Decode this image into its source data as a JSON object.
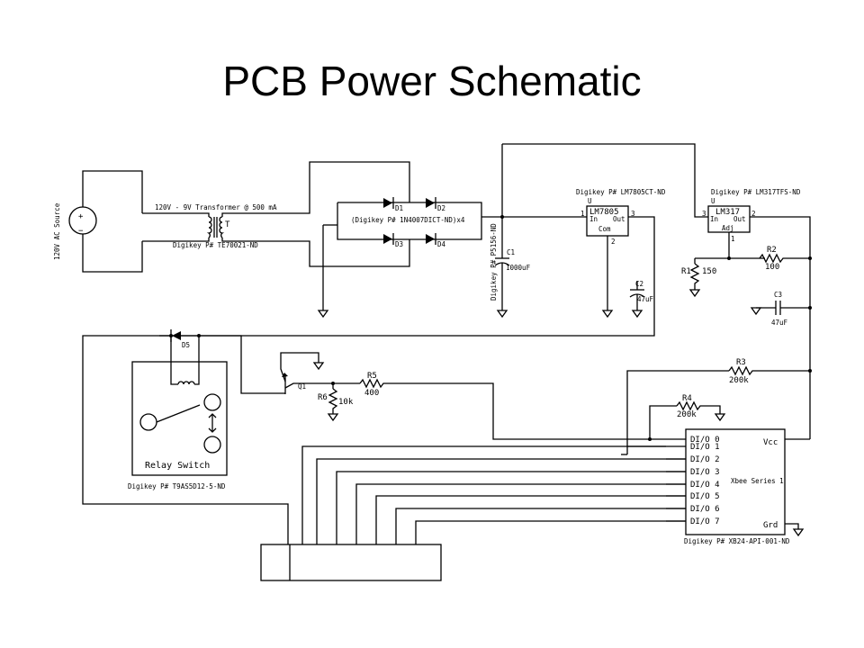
{
  "title": "PCB Power Schematic",
  "source": {
    "label": "120V AC Source",
    "plus": "+",
    "minus": "−"
  },
  "transformer": {
    "spec": "120V - 9V Transformer @ 500 mA",
    "designator": "T",
    "part": "Digikey P# TE70021-ND"
  },
  "bridge": {
    "d1": "D1",
    "d2": "D2",
    "d3": "D3",
    "d4": "D4",
    "part": "(Digikey P# 1N4007DICT-ND)x4"
  },
  "c1": {
    "name": "C1",
    "value": "1000uF",
    "part": "Digikey P# P5156-ND"
  },
  "lm7805": {
    "part": "Digikey P# LM7805CT-ND",
    "name": "LM7805",
    "in": "In",
    "out": "Out",
    "com": "Com",
    "u": "U",
    "pin1": "1",
    "pin2": "2",
    "pin3": "3"
  },
  "c2": {
    "name": "C2",
    "value": "47uF"
  },
  "lm317": {
    "part": "Digikey P# LM317TFS-ND",
    "name": "LM317",
    "in": "In",
    "out": "Out",
    "adj": "Adj",
    "u": "U",
    "pin1": "1",
    "pin2": "2",
    "pin3": "3"
  },
  "r1": {
    "name": "R1",
    "value": "150"
  },
  "r2": {
    "name": "R2",
    "value": "100"
  },
  "c3": {
    "name": "C3",
    "value": "47uF"
  },
  "d5": {
    "name": "D5"
  },
  "relay": {
    "label": "Relay Switch",
    "part": "Digikey P# T9AS5D12-5-ND"
  },
  "q1": {
    "name": "Q1"
  },
  "r5": {
    "name": "R5",
    "value": "400"
  },
  "r6": {
    "name": "R6",
    "value": "10k"
  },
  "r3": {
    "name": "R3",
    "value": "200k"
  },
  "r4": {
    "name": "R4",
    "value": "200k"
  },
  "xbee": {
    "name": "Xbee Series 1",
    "part": "Digikey P# XB24-API-001-ND",
    "vcc": "Vcc",
    "gnd": "Grd",
    "pins": [
      "DI/O 0",
      "DI/O 1",
      "DI/O 2",
      "DI/O 3",
      "DI/O 4",
      "DI/O 5",
      "DI/O 6",
      "DI/O 7"
    ]
  }
}
